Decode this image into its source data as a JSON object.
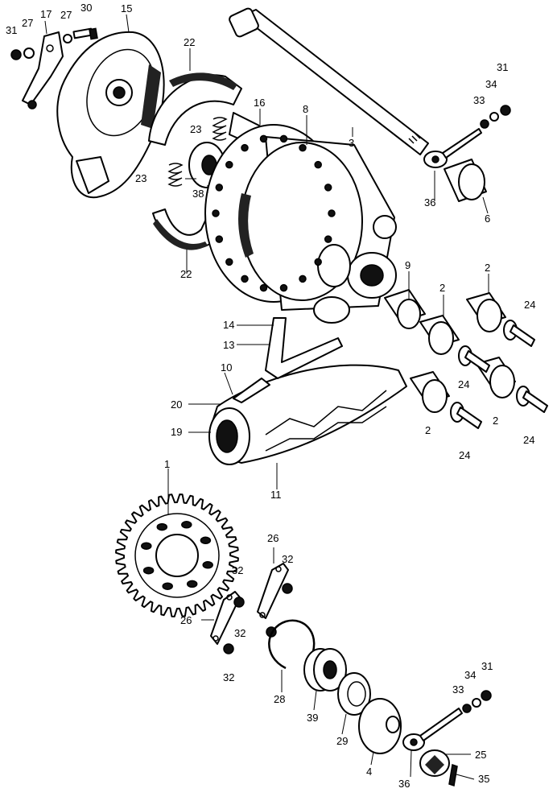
{
  "callouts": {
    "c1": "1",
    "c2a": "2",
    "c2b": "2",
    "c2c": "2",
    "c2d": "2",
    "c3": "3",
    "c4": "4",
    "c6": "6",
    "c8": "8",
    "c9": "9",
    "c10": "10",
    "c11": "11",
    "c13": "13",
    "c14": "14",
    "c15": "15",
    "c16": "16",
    "c17": "17",
    "c19": "19",
    "c20": "20",
    "c22a": "22",
    "c22b": "22",
    "c23a": "23",
    "c23b": "23",
    "c24a": "24",
    "c24b": "24",
    "c24c": "24",
    "c24d": "24",
    "c25": "25",
    "c26a": "26",
    "c26b": "26",
    "c27a": "27",
    "c27b": "27",
    "c28": "28",
    "c29": "29",
    "c30": "30",
    "c31a": "31",
    "c31b": "31",
    "c31c": "31",
    "c32a": "32",
    "c32b": "32",
    "c32c": "32",
    "c32d": "32",
    "c33a": "33",
    "c33b": "33",
    "c34a": "34",
    "c34b": "34",
    "c35": "35",
    "c36a": "36",
    "c36b": "36",
    "c38": "38",
    "c39": "39"
  }
}
